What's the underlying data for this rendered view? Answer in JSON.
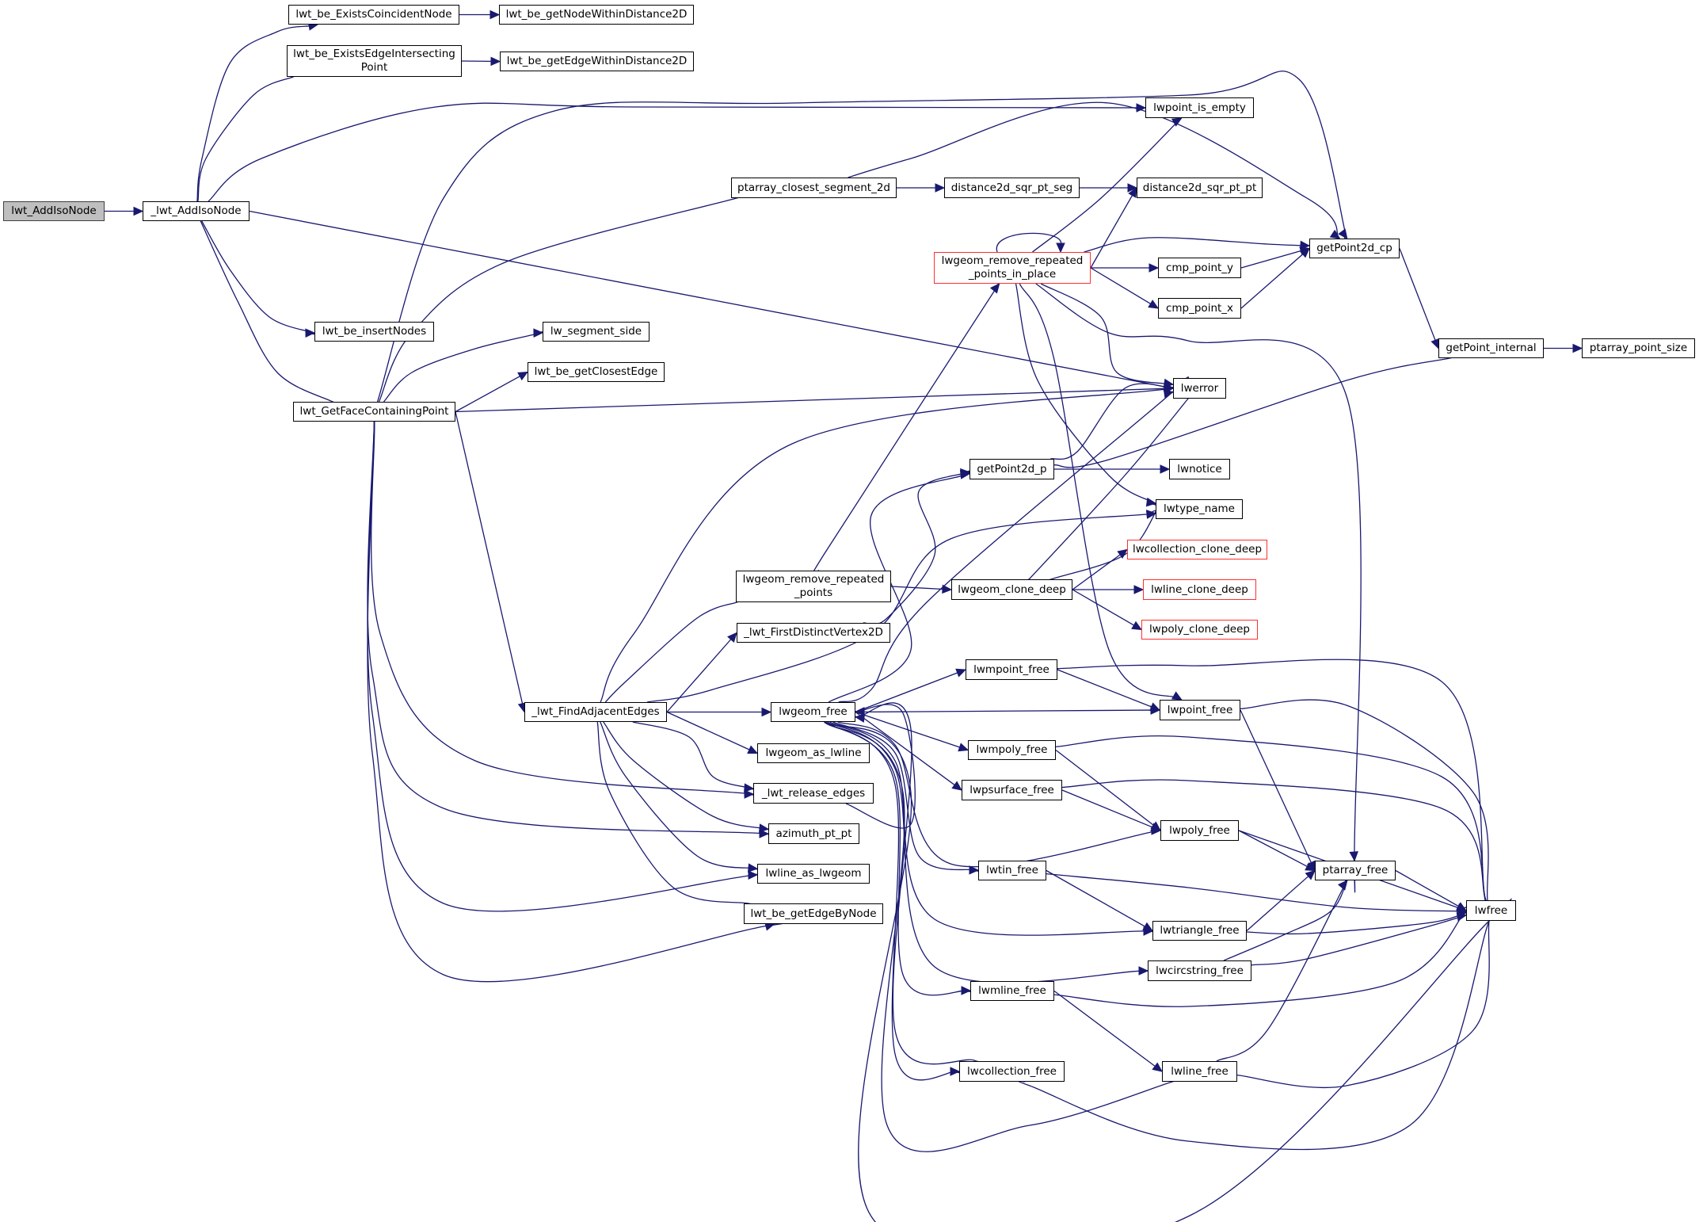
{
  "graph": {
    "title": "Call graph of lwt_AddIsoNode",
    "colors": {
      "edge": "#191970",
      "root_fill": "#bfbfbf",
      "truncated_border": "#ff3030",
      "node_border": "#000000"
    },
    "nodes": [
      {
        "id": "lwt_AddIsoNode",
        "label": "lwt_AddIsoNode",
        "kind": "root"
      },
      {
        "id": "_lwt_AddIsoNode",
        "label": "_lwt_AddIsoNode",
        "kind": "normal"
      },
      {
        "id": "lwt_be_ExistsCoincidentNode",
        "label": "lwt_be_ExistsCoincidentNode",
        "kind": "normal"
      },
      {
        "id": "lwt_be_getNodeWithinDistance2D",
        "label": "lwt_be_getNodeWithinDistance2D",
        "kind": "normal"
      },
      {
        "id": "lwt_be_ExistsEdgeIntersectingPoint",
        "label": "lwt_be_ExistsEdgeIntersecting\nPoint",
        "kind": "normal"
      },
      {
        "id": "lwt_be_getEdgeWithinDistance2D",
        "label": "lwt_be_getEdgeWithinDistance2D",
        "kind": "normal"
      },
      {
        "id": "lwpoint_is_empty",
        "label": "lwpoint_is_empty",
        "kind": "normal"
      },
      {
        "id": "ptarray_closest_segment_2d",
        "label": "ptarray_closest_segment_2d",
        "kind": "normal"
      },
      {
        "id": "distance2d_sqr_pt_seg",
        "label": "distance2d_sqr_pt_seg",
        "kind": "normal"
      },
      {
        "id": "distance2d_sqr_pt_pt",
        "label": "distance2d_sqr_pt_pt",
        "kind": "normal"
      },
      {
        "id": "lwgeom_remove_repeated_points_in_place",
        "label": "lwgeom_remove_repeated\n_points_in_place",
        "kind": "truncated"
      },
      {
        "id": "getPoint2d_cp",
        "label": "getPoint2d_cp",
        "kind": "normal"
      },
      {
        "id": "cmp_point_y",
        "label": "cmp_point_y",
        "kind": "normal"
      },
      {
        "id": "cmp_point_x",
        "label": "cmp_point_x",
        "kind": "normal"
      },
      {
        "id": "getPoint_internal",
        "label": "getPoint_internal",
        "kind": "normal"
      },
      {
        "id": "ptarray_point_size",
        "label": "ptarray_point_size",
        "kind": "normal"
      },
      {
        "id": "lwt_be_insertNodes",
        "label": "lwt_be_insertNodes",
        "kind": "normal"
      },
      {
        "id": "lw_segment_side",
        "label": "lw_segment_side",
        "kind": "normal"
      },
      {
        "id": "lwt_be_getClosestEdge",
        "label": "lwt_be_getClosestEdge",
        "kind": "normal"
      },
      {
        "id": "lwt_GetFaceContainingPoint",
        "label": "lwt_GetFaceContainingPoint",
        "kind": "normal"
      },
      {
        "id": "lwerror",
        "label": "lwerror",
        "kind": "normal"
      },
      {
        "id": "getPoint2d_p",
        "label": "getPoint2d_p",
        "kind": "normal"
      },
      {
        "id": "lwnotice",
        "label": "lwnotice",
        "kind": "normal"
      },
      {
        "id": "lwtype_name",
        "label": "lwtype_name",
        "kind": "normal"
      },
      {
        "id": "lwcollection_clone_deep",
        "label": "lwcollection_clone_deep",
        "kind": "truncated"
      },
      {
        "id": "lwgeom_remove_repeated_points",
        "label": "lwgeom_remove_repeated\n_points",
        "kind": "normal"
      },
      {
        "id": "lwgeom_clone_deep",
        "label": "lwgeom_clone_deep",
        "kind": "normal"
      },
      {
        "id": "lwline_clone_deep",
        "label": "lwline_clone_deep",
        "kind": "truncated"
      },
      {
        "id": "lwpoly_clone_deep",
        "label": "lwpoly_clone_deep",
        "kind": "truncated"
      },
      {
        "id": "_lwt_FirstDistinctVertex2D",
        "label": "_lwt_FirstDistinctVertex2D",
        "kind": "normal"
      },
      {
        "id": "lwmpoint_free",
        "label": "lwmpoint_free",
        "kind": "normal"
      },
      {
        "id": "_lwt_FindAdjacentEdges",
        "label": "_lwt_FindAdjacentEdges",
        "kind": "normal"
      },
      {
        "id": "lwgeom_free",
        "label": "lwgeom_free",
        "kind": "normal"
      },
      {
        "id": "lwpoint_free",
        "label": "lwpoint_free",
        "kind": "normal"
      },
      {
        "id": "lwgeom_as_lwline",
        "label": "lwgeom_as_lwline",
        "kind": "normal"
      },
      {
        "id": "lwmpoly_free",
        "label": "lwmpoly_free",
        "kind": "normal"
      },
      {
        "id": "_lwt_release_edges",
        "label": "_lwt_release_edges",
        "kind": "normal"
      },
      {
        "id": "lwpsurface_free",
        "label": "lwpsurface_free",
        "kind": "normal"
      },
      {
        "id": "azimuth_pt_pt",
        "label": "azimuth_pt_pt",
        "kind": "normal"
      },
      {
        "id": "lwpoly_free",
        "label": "lwpoly_free",
        "kind": "normal"
      },
      {
        "id": "ptarray_free",
        "label": "ptarray_free",
        "kind": "normal"
      },
      {
        "id": "lwline_as_lwgeom",
        "label": "lwline_as_lwgeom",
        "kind": "normal"
      },
      {
        "id": "lwtin_free",
        "label": "lwtin_free",
        "kind": "normal"
      },
      {
        "id": "lwfree",
        "label": "lwfree",
        "kind": "normal"
      },
      {
        "id": "lwt_be_getEdgeByNode",
        "label": "lwt_be_getEdgeByNode",
        "kind": "normal"
      },
      {
        "id": "lwtriangle_free",
        "label": "lwtriangle_free",
        "kind": "normal"
      },
      {
        "id": "lwcircstring_free",
        "label": "lwcircstring_free",
        "kind": "normal"
      },
      {
        "id": "lwmline_free",
        "label": "lwmline_free",
        "kind": "normal"
      },
      {
        "id": "lwcollection_free",
        "label": "lwcollection_free",
        "kind": "normal"
      },
      {
        "id": "lwline_free",
        "label": "lwline_free",
        "kind": "normal"
      }
    ],
    "edges": [
      [
        "lwt_AddIsoNode",
        "_lwt_AddIsoNode"
      ],
      [
        "_lwt_AddIsoNode",
        "lwt_be_ExistsCoincidentNode"
      ],
      [
        "_lwt_AddIsoNode",
        "lwt_be_ExistsEdgeIntersectingPoint"
      ],
      [
        "_lwt_AddIsoNode",
        "lwpoint_is_empty"
      ],
      [
        "_lwt_AddIsoNode",
        "lwerror"
      ],
      [
        "_lwt_AddIsoNode",
        "lwt_be_insertNodes"
      ],
      [
        "_lwt_AddIsoNode",
        "lwt_GetFaceContainingPoint"
      ],
      [
        "lwt_be_ExistsCoincidentNode",
        "lwt_be_getNodeWithinDistance2D"
      ],
      [
        "lwt_be_ExistsEdgeIntersectingPoint",
        "lwt_be_getEdgeWithinDistance2D"
      ],
      [
        "lwt_GetFaceContainingPoint",
        "getPoint2d_cp"
      ],
      [
        "lwt_GetFaceContainingPoint",
        "ptarray_closest_segment_2d"
      ],
      [
        "lwt_GetFaceContainingPoint",
        "lw_segment_side"
      ],
      [
        "lwt_GetFaceContainingPoint",
        "lwt_be_getClosestEdge"
      ],
      [
        "lwt_GetFaceContainingPoint",
        "lwerror"
      ],
      [
        "lwt_GetFaceContainingPoint",
        "_lwt_FindAdjacentEdges"
      ],
      [
        "lwt_GetFaceContainingPoint",
        "_lwt_release_edges"
      ],
      [
        "lwt_GetFaceContainingPoint",
        "azimuth_pt_pt"
      ],
      [
        "lwt_GetFaceContainingPoint",
        "lwline_as_lwgeom"
      ],
      [
        "lwt_GetFaceContainingPoint",
        "lwt_be_getEdgeByNode"
      ],
      [
        "ptarray_closest_segment_2d",
        "distance2d_sqr_pt_seg"
      ],
      [
        "ptarray_closest_segment_2d",
        "getPoint2d_cp"
      ],
      [
        "distance2d_sqr_pt_seg",
        "distance2d_sqr_pt_pt"
      ],
      [
        "lwgeom_remove_repeated_points_in_place",
        "lwgeom_remove_repeated_points_in_place"
      ],
      [
        "lwgeom_remove_repeated_points_in_place",
        "lwpoint_is_empty"
      ],
      [
        "lwgeom_remove_repeated_points_in_place",
        "distance2d_sqr_pt_pt"
      ],
      [
        "lwgeom_remove_repeated_points_in_place",
        "getPoint2d_cp"
      ],
      [
        "lwgeom_remove_repeated_points_in_place",
        "cmp_point_y"
      ],
      [
        "lwgeom_remove_repeated_points_in_place",
        "cmp_point_x"
      ],
      [
        "lwgeom_remove_repeated_points_in_place",
        "lwerror"
      ],
      [
        "lwgeom_remove_repeated_points_in_place",
        "lwtype_name"
      ],
      [
        "lwgeom_remove_repeated_points_in_place",
        "lwpoint_free"
      ],
      [
        "lwgeom_remove_repeated_points_in_place",
        "ptarray_free"
      ],
      [
        "cmp_point_y",
        "getPoint2d_cp"
      ],
      [
        "cmp_point_x",
        "getPoint2d_cp"
      ],
      [
        "getPoint2d_cp",
        "getPoint_internal"
      ],
      [
        "getPoint_internal",
        "ptarray_point_size"
      ],
      [
        "getPoint2d_p",
        "lwerror"
      ],
      [
        "getPoint2d_p",
        "getPoint_internal"
      ],
      [
        "getPoint2d_p",
        "lwnotice"
      ],
      [
        "_lwt_FindAdjacentEdges",
        "lwerror"
      ],
      [
        "_lwt_FindAdjacentEdges",
        "lwgeom_remove_repeated_points"
      ],
      [
        "_lwt_FindAdjacentEdges",
        "_lwt_FirstDistinctVertex2D"
      ],
      [
        "_lwt_FindAdjacentEdges",
        "lwtype_name"
      ],
      [
        "_lwt_FindAdjacentEdges",
        "lwgeom_free"
      ],
      [
        "_lwt_FindAdjacentEdges",
        "lwgeom_as_lwline"
      ],
      [
        "_lwt_FindAdjacentEdges",
        "_lwt_release_edges"
      ],
      [
        "_lwt_FindAdjacentEdges",
        "azimuth_pt_pt"
      ],
      [
        "_lwt_FindAdjacentEdges",
        "lwline_as_lwgeom"
      ],
      [
        "_lwt_FindAdjacentEdges",
        "lwt_be_getEdgeByNode"
      ],
      [
        "lwgeom_remove_repeated_points",
        "lwgeom_remove_repeated_points_in_place"
      ],
      [
        "lwgeom_remove_repeated_points",
        "lwgeom_clone_deep"
      ],
      [
        "_lwt_FirstDistinctVertex2D",
        "getPoint2d_p"
      ],
      [
        "lwgeom_clone_deep",
        "lwerror"
      ],
      [
        "lwgeom_clone_deep",
        "lwtype_name"
      ],
      [
        "lwgeom_clone_deep",
        "lwcollection_clone_deep"
      ],
      [
        "lwgeom_clone_deep",
        "lwline_clone_deep"
      ],
      [
        "lwgeom_clone_deep",
        "lwpoly_clone_deep"
      ],
      [
        "lwgeom_free",
        "lwerror"
      ],
      [
        "lwgeom_free",
        "getPoint2d_p"
      ],
      [
        "lwgeom_free",
        "lwmpoint_free"
      ],
      [
        "lwgeom_free",
        "lwpoint_free"
      ],
      [
        "lwgeom_free",
        "lwmpoly_free"
      ],
      [
        "lwgeom_free",
        "lwpsurface_free"
      ],
      [
        "lwgeom_free",
        "lwpoly_free"
      ],
      [
        "lwgeom_free",
        "lwtin_free"
      ],
      [
        "lwgeom_free",
        "lwtriangle_free"
      ],
      [
        "lwgeom_free",
        "lwcircstring_free"
      ],
      [
        "lwgeom_free",
        "lwmline_free"
      ],
      [
        "lwgeom_free",
        "lwcollection_free"
      ],
      [
        "lwgeom_free",
        "lwline_free"
      ],
      [
        "lwgeom_free",
        "lwfree"
      ],
      [
        "_lwt_release_edges",
        "lwgeom_free"
      ],
      [
        "lwmpoint_free",
        "lwpoint_free"
      ],
      [
        "lwmpoint_free",
        "lwfree"
      ],
      [
        "lwpoint_free",
        "ptarray_free"
      ],
      [
        "lwpoint_free",
        "lwfree"
      ],
      [
        "lwmpoly_free",
        "lwpoly_free"
      ],
      [
        "lwmpoly_free",
        "lwfree"
      ],
      [
        "lwpsurface_free",
        "lwpoly_free"
      ],
      [
        "lwpsurface_free",
        "lwfree"
      ],
      [
        "lwpoly_free",
        "ptarray_free"
      ],
      [
        "lwpoly_free",
        "lwfree"
      ],
      [
        "lwtin_free",
        "lwtriangle_free"
      ],
      [
        "lwtin_free",
        "lwfree"
      ],
      [
        "lwtriangle_free",
        "ptarray_free"
      ],
      [
        "lwtriangle_free",
        "lwfree"
      ],
      [
        "lwcircstring_free",
        "ptarray_free"
      ],
      [
        "lwcircstring_free",
        "lwfree"
      ],
      [
        "lwmline_free",
        "lwline_free"
      ],
      [
        "lwmline_free",
        "lwfree"
      ],
      [
        "lwcollection_free",
        "lwgeom_free"
      ],
      [
        "lwcollection_free",
        "lwfree"
      ],
      [
        "lwline_free",
        "ptarray_free"
      ],
      [
        "lwline_free",
        "lwfree"
      ],
      [
        "ptarray_free",
        "lwfree"
      ]
    ]
  }
}
